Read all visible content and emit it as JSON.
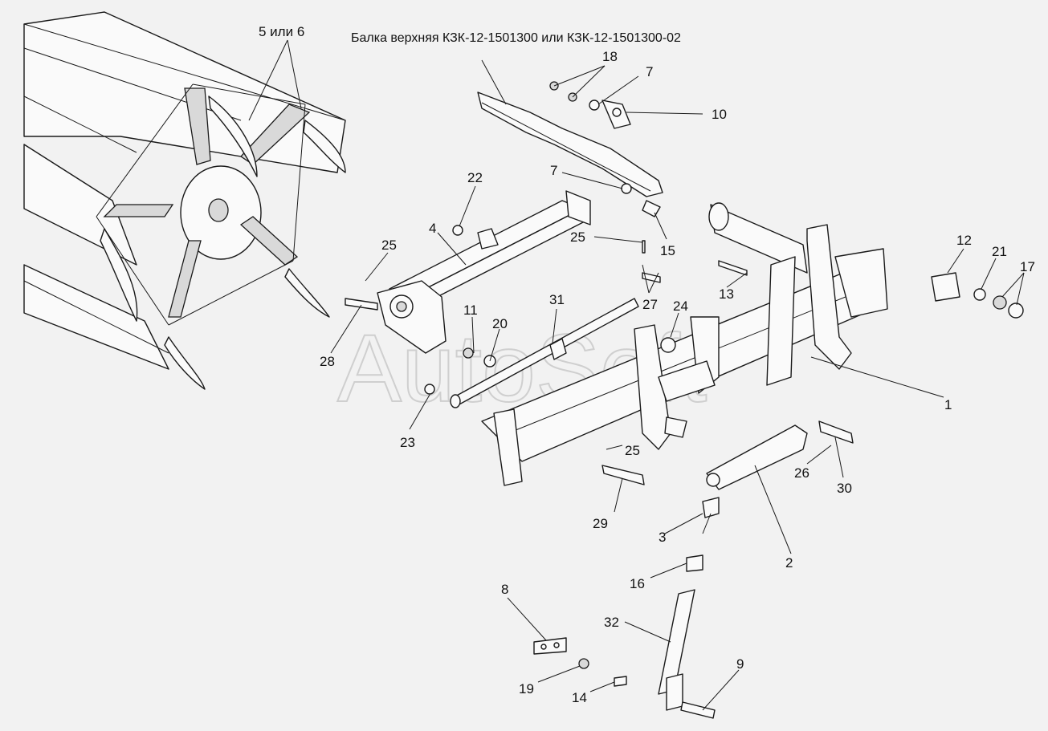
{
  "title": "Балка верхняя КЗК-12-1501300 или КЗК-12-1501300-02",
  "watermark": "AutoSoft",
  "callouts": [
    "5 или 6",
    "18",
    "7",
    "10",
    "7",
    "22",
    "4",
    "25",
    "15",
    "25",
    "13",
    "12",
    "21",
    "17",
    "31",
    "11",
    "20",
    "27",
    "24",
    "28",
    "23",
    "1",
    "25",
    "26",
    "30",
    "29",
    "3",
    "2",
    "16",
    "8",
    "32",
    "9",
    "19",
    "14"
  ],
  "colors": {
    "background": "#f2f2f2",
    "line": "#1a1a1a",
    "watermark": "#cfcfcf"
  }
}
